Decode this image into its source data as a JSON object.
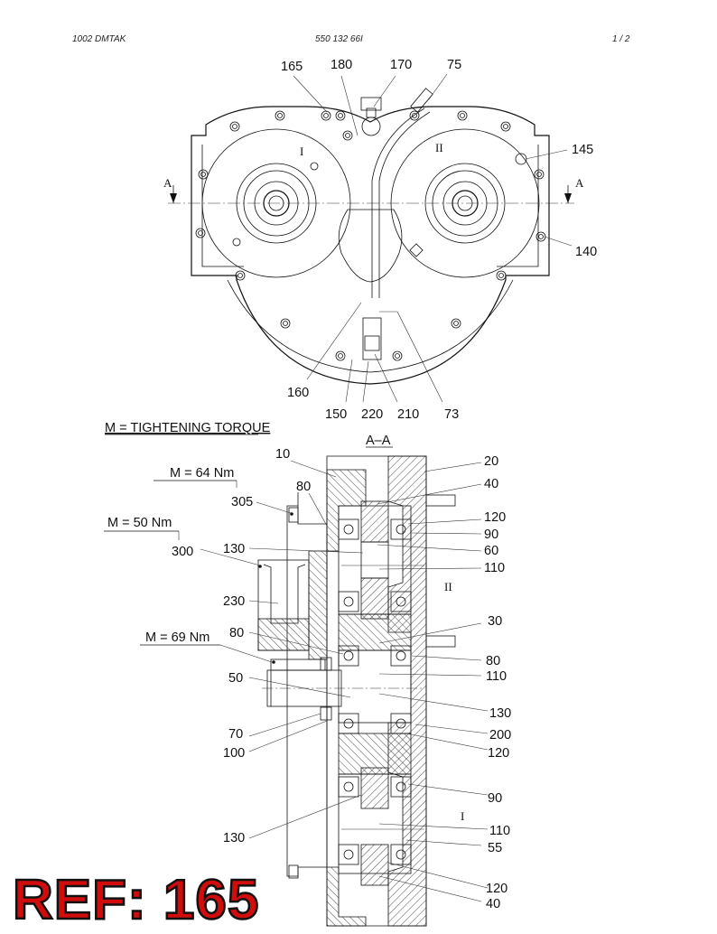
{
  "header": {
    "left": "1002   DMTAK",
    "center": "550 132 66I",
    "right": "1 /   2"
  },
  "top_view": {
    "section_marks": [
      "A",
      "A"
    ],
    "gear_marks": [
      "I",
      "II"
    ],
    "callouts": [
      "165",
      "180",
      "170",
      "75",
      "145",
      "140",
      "160",
      "150",
      "220",
      "210",
      "73"
    ]
  },
  "section_view": {
    "legend": "M = TIGHTENING TORQUE",
    "title": "A–A",
    "torques": [
      "M = 64 Nm",
      "M = 50 Nm",
      "M = 69 Nm"
    ],
    "gear_marks": [
      "II",
      "I"
    ],
    "left_callouts": [
      "10",
      "80",
      "305",
      "300",
      "130",
      "230",
      "80",
      "50",
      "70",
      "100",
      "130"
    ],
    "right_callouts": [
      "20",
      "40",
      "120",
      "90",
      "60",
      "110",
      "30",
      "80",
      "110",
      "130",
      "200",
      "120",
      "90",
      "110",
      "55",
      "120",
      "40"
    ]
  },
  "stamp": "REF: 165"
}
